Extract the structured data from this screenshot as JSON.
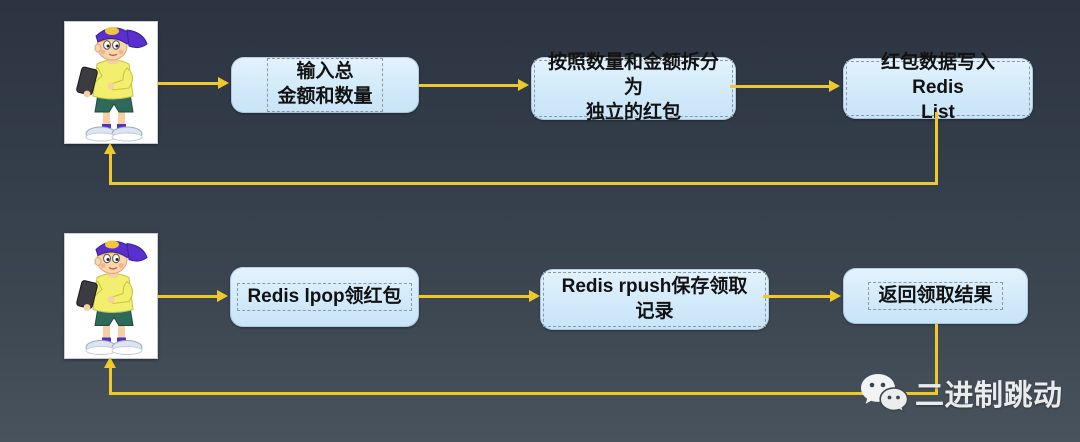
{
  "diagram": {
    "description": "red-packet flow over Redis",
    "rows": [
      {
        "actor": "user-with-phone",
        "steps": [
          {
            "id": "enter-amount",
            "lines": [
              "输入总",
              "金额和数量"
            ]
          },
          {
            "id": "split-packets",
            "lines": [
              "按照数量和金额拆分为",
              "独立的红包"
            ]
          },
          {
            "id": "write-redis",
            "lines": [
              "红包数据写入Redis",
              "List"
            ]
          }
        ]
      },
      {
        "actor": "user-with-phone",
        "steps": [
          {
            "id": "lpop-grab",
            "lines": [
              "Redis lpop领红包"
            ]
          },
          {
            "id": "rpush-record",
            "lines": [
              "Redis rpush保存领取记录"
            ]
          },
          {
            "id": "return-result",
            "lines": [
              "返回领取结果"
            ]
          }
        ]
      }
    ]
  },
  "watermark": {
    "icon": "wechat-icon",
    "brand": "二进制跳动"
  },
  "colors": {
    "background_top": "#2b3440",
    "background_bottom": "#49535d",
    "node_fill": "#d2eafa",
    "node_dash_border": "#8d98a4",
    "arrow": "#efc92b",
    "node_text": "#121212",
    "watermark_text": "#e9ebed"
  }
}
